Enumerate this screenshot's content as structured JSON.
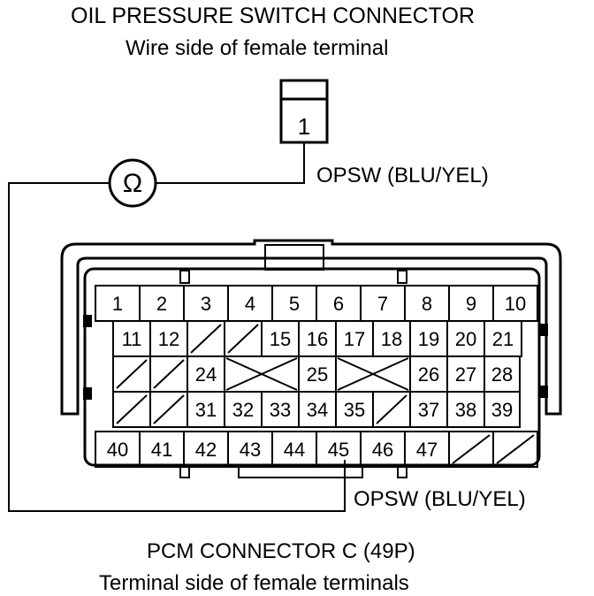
{
  "oil_switch": {
    "title": "OIL PRESSURE SWITCH CONNECTOR",
    "subtitle": "Wire side of female terminal",
    "terminal": "1",
    "wire_label": "OPSW (BLU/YEL)"
  },
  "meter": {
    "symbol": "Ω"
  },
  "pcm": {
    "title": "PCM CONNECTOR C (49P)",
    "subtitle": "Terminal side of female terminals",
    "wire_label": "OPSW (BLU/YEL)",
    "row1": [
      "1",
      "2",
      "3",
      "4",
      "5",
      "6",
      "7",
      "8",
      "9",
      "10"
    ],
    "row2": [
      "11",
      "12",
      "",
      "",
      "15",
      "16",
      "17",
      "18",
      "19",
      "20",
      "21"
    ],
    "row3": [
      "24",
      "25",
      "26",
      "27",
      "28"
    ],
    "row4": [
      "31",
      "32",
      "33",
      "34",
      "35",
      "37",
      "38",
      "39"
    ],
    "row5": [
      "40",
      "41",
      "42",
      "43",
      "44",
      "45",
      "46",
      "47"
    ]
  }
}
